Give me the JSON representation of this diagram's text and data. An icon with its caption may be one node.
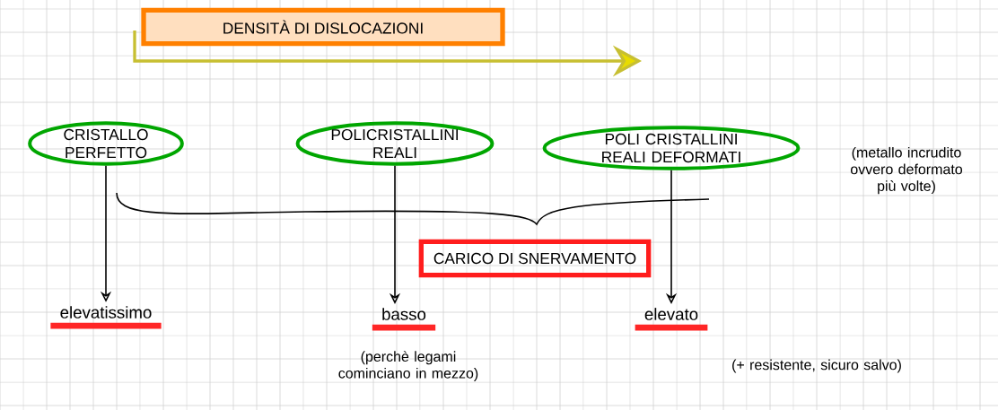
{
  "diagram": {
    "nodes": [
      {
        "text": [
          "DENSITÀ DI DISLOCAZIONI"
        ]
      },
      {
        "text": [
          "CRISTALLO PERFETTO"
        ]
      },
      {
        "text": [
          "POLICRISTALLINI REALI"
        ]
      },
      {
        "text": [
          "POLI CRISTALLINI REALI DEFORMATI"
        ],
        "beside": [
          "(metallo incrudito ovvero deformato più volte)"
        ]
      },
      {
        "text": [
          "CARICO DI SNERVAMENTO"
        ]
      },
      {
        "text": [
          "elevatissimo"
        ]
      },
      {
        "text": [
          "basso"
        ],
        "beside": [
          "(perchè legami cominciano in mezzo)"
        ]
      },
      {
        "text": [
          "elevato"
        ],
        "beside": [
          "(+ resistente, sicuro salvo)"
        ]
      }
    ],
    "edges": [
      {
        "from": 1,
        "to": 5,
        "arrow": "to"
      },
      {
        "from": 2,
        "to": 6,
        "arrow": "to"
      },
      {
        "from": 3,
        "to": 7,
        "arrow": "to"
      }
    ]
  }
}
